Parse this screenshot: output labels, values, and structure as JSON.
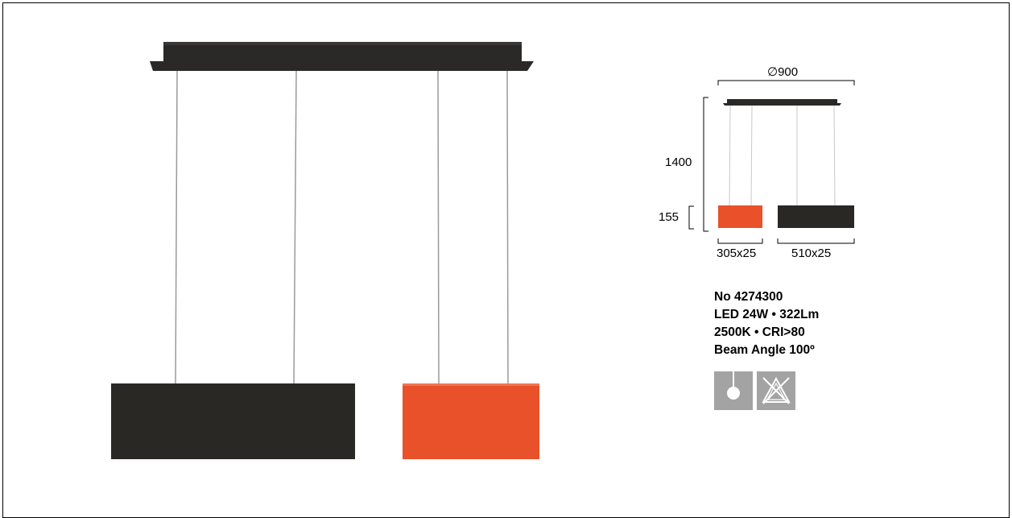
{
  "product": {
    "number": "No 4274300",
    "power": "LED 24W • 322Lm",
    "color_rendering": "2500K • CRI>80",
    "beam_angle": "Beam Angle 100º"
  },
  "dimensions": {
    "diameter": "∅900",
    "height": "1400",
    "shade_height": "155",
    "orange_shade": "305x25",
    "black_shade": "510x25"
  },
  "icons": [
    "pendant-mount-icon",
    "no-covering-insulation-icon"
  ],
  "colors": {
    "canopy": "#2b2927",
    "black_shade": "#2a2825",
    "orange_shade": "#e8512a",
    "wire": "#9a9a9a",
    "icon_bg": "#a3a3a3"
  }
}
